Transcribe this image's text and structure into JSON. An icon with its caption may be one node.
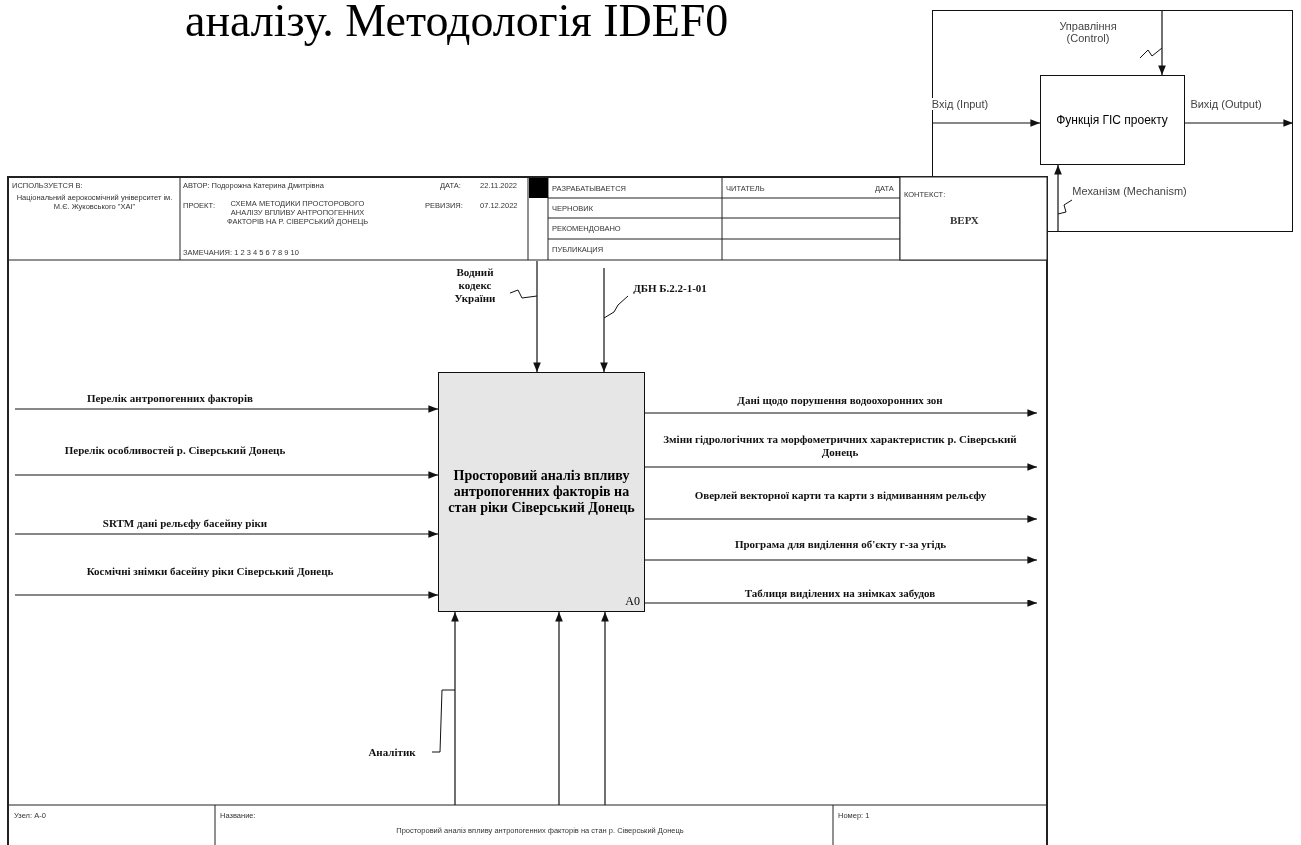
{
  "diagram": {
    "title": "аналізу. Методологія IDEF0",
    "nodes": [
      {
        "text": [],
        "shape": "box"
      },
      {
        "text": [
          "Функція ГІС проекту"
        ],
        "in": 0
      },
      {
        "text": [
          "Просторовий аналіз впливу антропогенних факторів на стан ріки Сіверський Донець",
          "A0"
        ]
      }
    ],
    "edges": [
      {
        "from": null,
        "to": 1,
        "arrow": "to",
        "label": "Вхід (Input)"
      },
      {
        "from": 1,
        "to": null,
        "arrow": "to",
        "label": "Вихід (Output)"
      },
      {
        "from": null,
        "to": 1,
        "arrow": "to",
        "label": "Управління (Control)"
      },
      {
        "from": null,
        "to": 1,
        "arrow": "to",
        "label": "Механізм (Mechanism)"
      },
      {
        "from": null,
        "to": 2,
        "arrow": "to",
        "label": "Водний кодекс України"
      },
      {
        "from": null,
        "to": 2,
        "arrow": "to",
        "label": "ДБН Б.2.2-1-01"
      },
      {
        "from": null,
        "to": 2,
        "arrow": "to",
        "label": "Перелік антропогенних факторів"
      },
      {
        "from": null,
        "to": 2,
        "arrow": "to",
        "label": "Перелік особливостей р. Сіверський Донець"
      },
      {
        "from": null,
        "to": 2,
        "arrow": "to",
        "label": "SRTM дані рельєфу басейну ріки"
      },
      {
        "from": null,
        "to": 2,
        "arrow": "to",
        "label": "Космічні знімки басейну ріки Сіверський Донець"
      },
      {
        "from": 2,
        "to": null,
        "arrow": "to",
        "label": "Дані щодо порушення водоохоронних зон"
      },
      {
        "from": 2,
        "to": null,
        "arrow": "to",
        "label": "Зміни гідрологічних та морфометричних характеристик р. Сіверський Донець"
      },
      {
        "from": 2,
        "to": null,
        "arrow": "to",
        "label": "Оверлей векторної карти та карти з відмиванням рельєфу"
      },
      {
        "from": 2,
        "to": null,
        "arrow": "to",
        "label": "Програма для виділення об'єкту г-за угідь"
      },
      {
        "from": 2,
        "to": null,
        "arrow": "to",
        "label": "Таблиця виділених на знімках забудов"
      },
      {
        "from": null,
        "to": 2,
        "arrow": "to",
        "label": "Аналітик"
      },
      {
        "from": null,
        "to": 2,
        "arrow": "to"
      },
      {
        "from": null,
        "to": 2,
        "arrow": "to"
      }
    ],
    "labels": [
      "ИСПОЛЬЗУЕТСЯ В:",
      "Національний аерокосмічний університет ім. М.Є. Жуковського \"ХАІ\"",
      "АВТОР: Подорожна Катерина Дмитрівна",
      "ДАТА:",
      "22.11.2022",
      "ПРОЕКТ:",
      "СХЕМА МЕТОДИКИ ПРОСТОРОВОГО АНАЛІЗУ ВПЛИВУ АНТРОПОГЕННИХ ФАКТОРІВ НА Р. СІВЕРСЬКИЙ ДОНЕЦЬ",
      "РЕВИЗИЯ:",
      "07.12.2022",
      "ЗАМЕЧАНИЯ: 1 2 3 4 5 6 7 8 9 10",
      "РАЗРАБАТЫВАЕТСЯ",
      "ЧЕРНОВИК",
      "РЕКОМЕНДОВАНО",
      "ПУБЛИКАЦИЯ",
      "ЧИТАТЕЛЬ",
      "ДАТА",
      "КОНТЕКСТ:",
      "ВЕРХ",
      "Узел: A-0",
      "Название:",
      "Просторовий аналіз впливу антропогенних факторів на стан р. Сіверський Донець",
      "Номер: 1"
    ]
  }
}
